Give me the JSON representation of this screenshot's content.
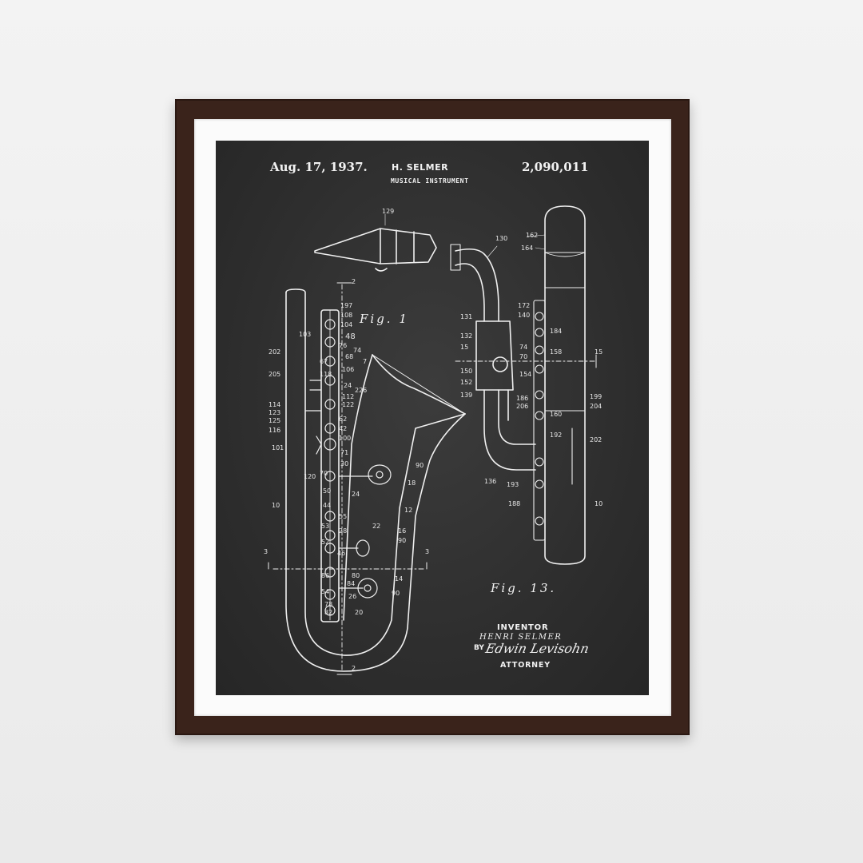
{
  "header": {
    "date": "Aug. 17, 1937.",
    "inventor_name": "H. SELMER",
    "patent_number": "2,090,011",
    "subtitle": "MUSICAL INSTRUMENT"
  },
  "figures": {
    "fig1_label": "Fig. 1",
    "fig13_label": "Fig. 13."
  },
  "footer": {
    "inventor_label": "INVENTOR",
    "inventor_name": "HENRI SELMER",
    "by_label": "BY",
    "signature": "Edwin Levisohn",
    "attorney_label": "ATTORNEY"
  },
  "reference_numbers": {
    "r129": "129",
    "r130": "130",
    "r162": "162",
    "r164": "164",
    "r197": "197",
    "r108": "108",
    "r104": "104",
    "r48": "48",
    "r103": "103",
    "r76": "76",
    "r74": "74",
    "r68": "68",
    "r202a": "202",
    "r67": "67",
    "r106": "106",
    "r7": "7",
    "r205": "205",
    "r118": "118",
    "r24": "24",
    "r226": "226",
    "r112": "112",
    "r122": "122",
    "r114": "114",
    "r123": "123",
    "r125": "125",
    "r116": "116",
    "r62": "62",
    "r42": "42",
    "r100": "100",
    "r101": "101",
    "r71": "71",
    "r120": "120",
    "r70": "70",
    "r30": "30",
    "r90a": "90",
    "r18": "18",
    "r50": "50",
    "r24b": "24",
    "r10a": "10",
    "r44": "44",
    "r12": "12",
    "r55": "55",
    "r53": "53",
    "r28": "28",
    "r22": "22",
    "r16": "16",
    "r52": "52",
    "r90b": "90",
    "r46": "46",
    "r3a": "3",
    "r3b": "3",
    "r86": "86",
    "r80": "80",
    "r14": "14",
    "r84": "84",
    "r54": "54",
    "r26": "26",
    "r90c": "90",
    "r78": "78",
    "r82": "82",
    "r20": "20",
    "r2a": "2",
    "r2b": "2",
    "r131": "131",
    "r132": "132",
    "r15a": "15",
    "r150": "150",
    "r152": "152",
    "r139": "139",
    "r172": "172",
    "r140": "140",
    "r74b": "74",
    "r70b": "70",
    "r184": "184",
    "r158": "158",
    "r154": "154",
    "r186": "186",
    "r206": "206",
    "r160": "160",
    "r192": "192",
    "r199": "199",
    "r204": "204",
    "r202b": "202",
    "r136": "136",
    "r193": "193",
    "r188": "188",
    "r10b": "10",
    "r15b": "15"
  },
  "colors": {
    "frame": "#3a231b",
    "mat": "#fbfbfb",
    "chalkboard": "#2e2e2e",
    "ink": "#f2f2f2"
  }
}
